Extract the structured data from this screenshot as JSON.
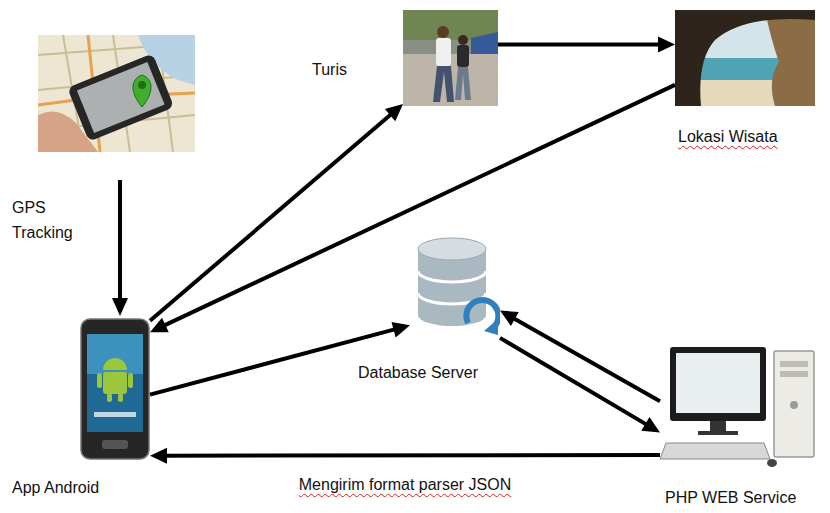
{
  "diagram": {
    "nodes": [
      {
        "text": [
          "Turis"
        ]
      },
      {
        "text": [
          "Lokasi Wisata"
        ]
      },
      {
        "text": [
          "Database Server"
        ]
      },
      {
        "text": [
          "App Android"
        ]
      },
      {
        "text": [
          "PHP WEB Service"
        ]
      }
    ],
    "edges": [
      {
        "from": 3,
        "to": 0,
        "arrow": "to"
      },
      {
        "from": 0,
        "to": 1,
        "arrow": "to"
      },
      {
        "from": 1,
        "to": 3,
        "arrow": "to"
      },
      {
        "from": 3,
        "to": 2,
        "arrow": "to"
      },
      {
        "from": 4,
        "to": 2,
        "arrow": "to"
      },
      {
        "from": 2,
        "to": 4,
        "arrow": "to"
      },
      {
        "from": 4,
        "to": 3,
        "label": "Mengirim format parser JSON",
        "arrow": "to"
      }
    ],
    "labels": [
      "GPS Tracking"
    ]
  }
}
